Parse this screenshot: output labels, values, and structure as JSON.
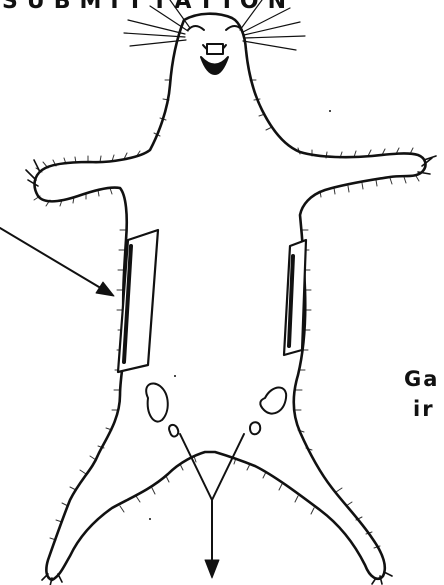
{
  "figure": {
    "top_caption": "SUBMITTATION",
    "side_label_line1": "Ga",
    "side_label_line2": "ir"
  },
  "colors": {
    "ink": "#111111",
    "background": "#ffffff"
  },
  "shapes": {
    "animal": "pelt-outline-icon",
    "left_stripe": "left-incision-stripe",
    "right_stripe": "right-incision-stripe",
    "arrow_pointer": "arrow-icon",
    "down_arrow": "arrow-down-icon"
  }
}
